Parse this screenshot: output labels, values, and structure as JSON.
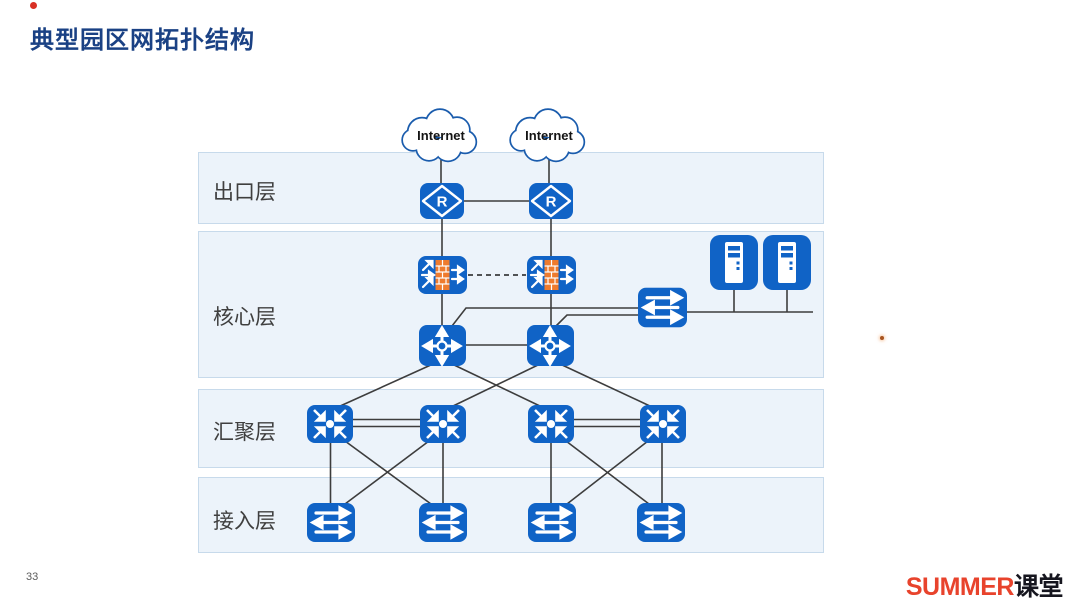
{
  "slide": {
    "title": "典型园区网拓扑结构",
    "page_number": "33"
  },
  "footer_logo": {
    "summer": "SUMMER",
    "ketang": "课堂"
  },
  "diagram": {
    "type": "campus-network-topology",
    "clouds": [
      {
        "label": "Internet"
      },
      {
        "label": "Internet"
      }
    ],
    "layers": [
      {
        "id": "egress",
        "label": "出口层",
        "devices": [
          "router-icon",
          "router-icon"
        ]
      },
      {
        "id": "core",
        "label": "核心层",
        "devices": [
          "firewall-icon",
          "firewall-icon",
          "l3-switch-icon",
          "l3-switch-icon",
          "l2-switch-icon",
          "server-icon",
          "server-icon"
        ]
      },
      {
        "id": "aggregation",
        "label": "汇聚层",
        "devices": [
          "agg-switch-icon",
          "agg-switch-icon",
          "agg-switch-icon",
          "agg-switch-icon"
        ]
      },
      {
        "id": "access",
        "label": "接入层",
        "devices": [
          "l2-switch-icon",
          "l2-switch-icon",
          "l2-switch-icon",
          "l2-switch-icon"
        ]
      }
    ],
    "router_glyph": "R",
    "colors": {
      "device_blue": "#1063c6",
      "cloud_stroke": "#1a5cad",
      "band_fill": "#ecf3fa",
      "band_border": "#c7daeb",
      "link_line": "#3d3d3d",
      "firewall_brick_orange": "#ee7b2e",
      "title_blue": "#1a4184",
      "logo_orange": "#e8432c",
      "recording_dot_red": "#d93025"
    }
  }
}
